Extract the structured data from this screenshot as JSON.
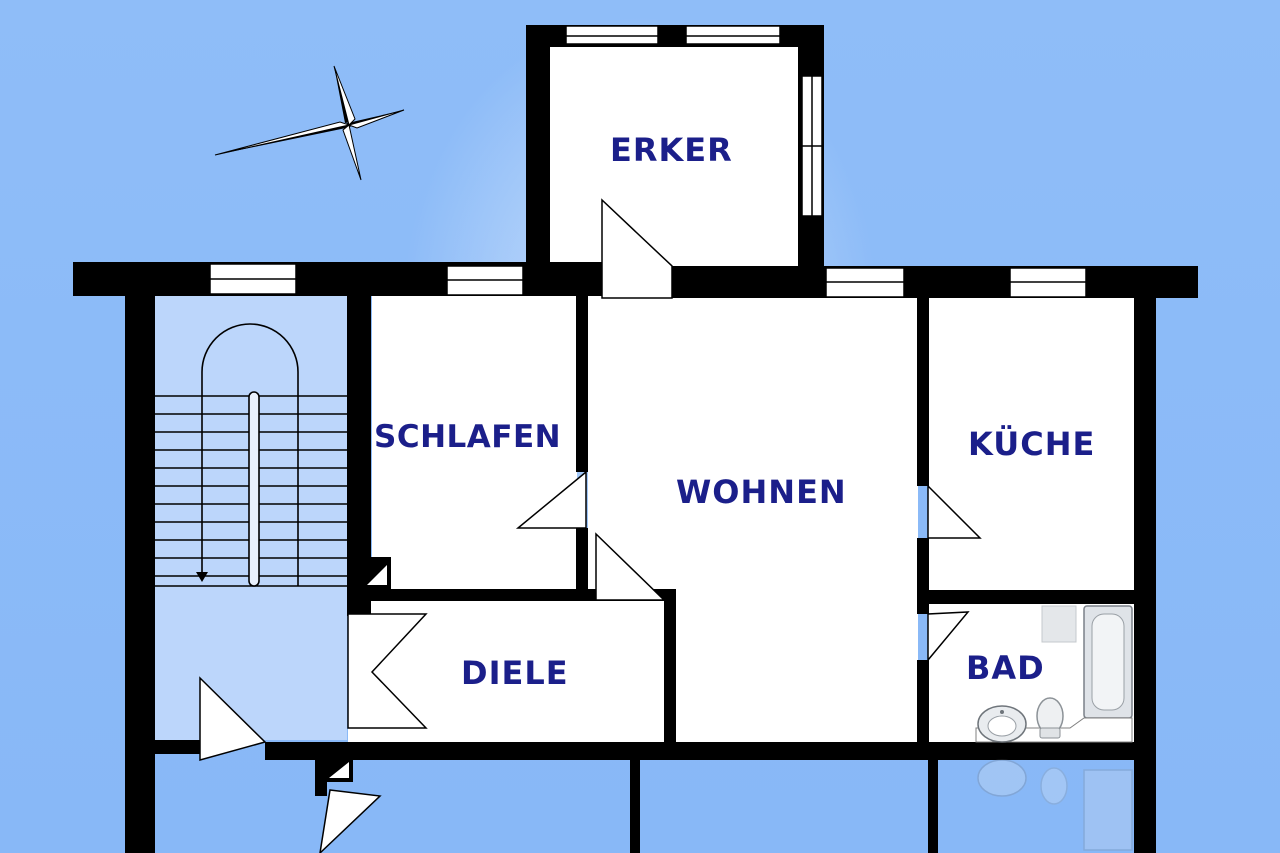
{
  "rooms": {
    "erker": "ERKER",
    "schlafen": "SCHLAFEN",
    "wohnen": "WOHNEN",
    "kueche": "KÜCHE",
    "diele": "DIELE",
    "bad": "BAD"
  },
  "colors": {
    "background": "#86b7f7",
    "wall": "#000000",
    "floor": "#ffffff",
    "label": "#1b1f8a"
  }
}
